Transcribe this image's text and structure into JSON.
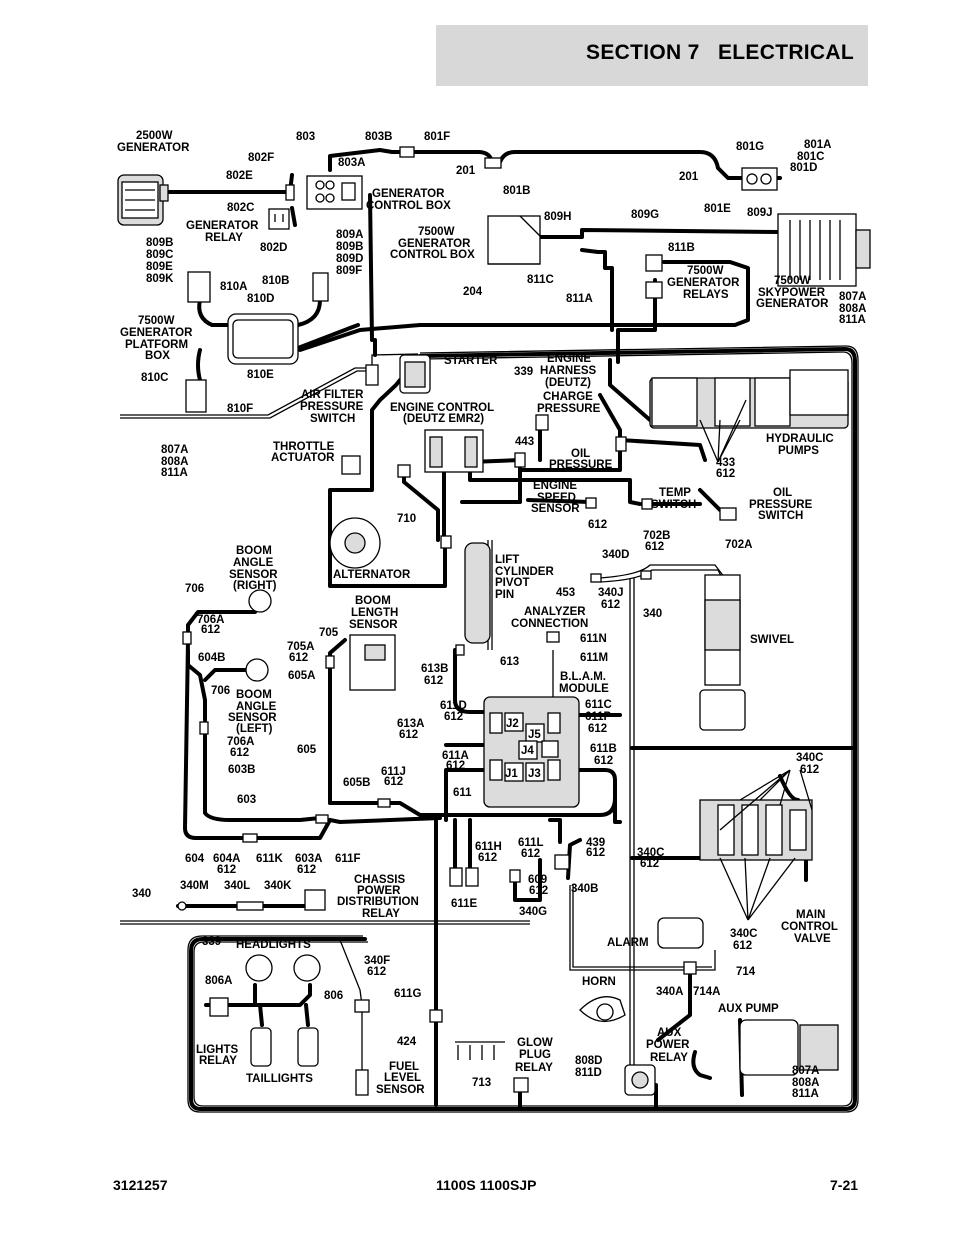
{
  "header": {
    "section": "SECTION 7",
    "title": "ELECTRICAL"
  },
  "footer": {
    "doc_number": "3121257",
    "model": "1100S 1100SJP",
    "page": "7-21"
  },
  "labels": [
    "2500W",
    "GENERATOR",
    "803",
    "803B",
    "801F",
    "801G",
    "801A",
    "801C",
    "801D",
    "802F",
    "803A",
    "802E",
    "201",
    "801B",
    "201",
    "GENERATOR",
    "CONTROL BOX",
    "802C",
    "GENERATOR",
    "RELAY",
    "802D",
    "801E",
    "809J",
    "809B",
    "809C",
    "809E",
    "809K",
    "809A",
    "809B",
    "809D",
    "809F",
    "809H",
    "809G",
    "7500W",
    "GENERATOR",
    "CONTROL BOX",
    "811B",
    "811C",
    "811A",
    "7500W",
    "GENERATOR",
    "RELAYS",
    "7500W",
    "SKYPOWER",
    "GENERATOR",
    "810A",
    "810B",
    "810D",
    "204",
    "807A",
    "808A",
    "811A",
    "7500W",
    "GENERATOR",
    "PLATFORM",
    "BOX",
    "810C",
    "810E",
    "810F",
    "STARTER",
    "339",
    "ENGINE",
    "HARNESS",
    "(DEUTZ)",
    "CHARGE",
    "PRESSURE",
    "AIR FILTER",
    "PRESSURE",
    "SWITCH",
    "ENGINE CONTROL",
    "(DEUTZ EMR2)",
    "443",
    "HYDRAULIC",
    "PUMPS",
    "807A",
    "808A",
    "811A",
    "THROTTLE",
    "ACTUATOR",
    "OIL",
    "PRESSURE",
    "433",
    "612",
    "ENGINE",
    "SPEED",
    "SENSOR",
    "TEMP",
    "SWITCH",
    "OIL",
    "PRESSURE",
    "SWITCH",
    "612",
    "710",
    "702B",
    "612",
    "702A",
    "BOOM",
    "ANGLE",
    "SENSOR",
    "(RIGHT)",
    "340D",
    "ALTERNATOR",
    "LIFT",
    "CYLINDER",
    "PIVOT",
    "PIN",
    "453",
    "340J",
    "612",
    "706",
    "706A",
    "612",
    "BOOM",
    "LENGTH",
    "SENSOR",
    "340",
    "ANALYZER",
    "CONNECTION",
    "611N",
    "SWIVEL",
    "705",
    "705A",
    "612",
    "605A",
    "604B",
    "613B",
    "612",
    "613",
    "611M",
    "B.L.A.M.",
    "MODULE",
    "706",
    "BOOM",
    "ANGLE",
    "SENSOR",
    "(LEFT)",
    "611D",
    "612",
    "J2",
    "611C",
    "611P",
    "612",
    "613A",
    "612",
    "J5",
    "J4",
    "706A",
    "612",
    "605",
    "611A",
    "612",
    "611B",
    "612",
    "603B",
    "J1",
    "J3",
    "611J",
    "612",
    "605B",
    "340C",
    "612",
    "603",
    "611",
    "611H",
    "612",
    "611L",
    "612",
    "439",
    "612",
    "340C",
    "612",
    "604",
    "604A",
    "612",
    "611K",
    "603A",
    "612",
    "611F",
    "609",
    "612",
    "340B",
    "340M",
    "340L",
    "340K",
    "CHASSIS",
    "POWER",
    "DISTRIBUTION",
    "RELAY",
    "340",
    "611E",
    "340G",
    "MAIN",
    "CONTROL",
    "VALVE",
    "339",
    "HEADLIGHTS",
    "340F",
    "612",
    "ALARM",
    "340C",
    "612",
    "806A",
    "806",
    "611G",
    "714",
    "HORN",
    "340A",
    "714A",
    "AUX PUMP",
    "424",
    "GLOW",
    "PLUG",
    "RELAY",
    "AUX",
    "POWER",
    "RELAY",
    "LIGHTS",
    "RELAY",
    "FUEL",
    "LEVEL",
    "SENSOR",
    "808D",
    "811D",
    "TAILLIGHTS",
    "713",
    "807A",
    "808A",
    "811A"
  ]
}
